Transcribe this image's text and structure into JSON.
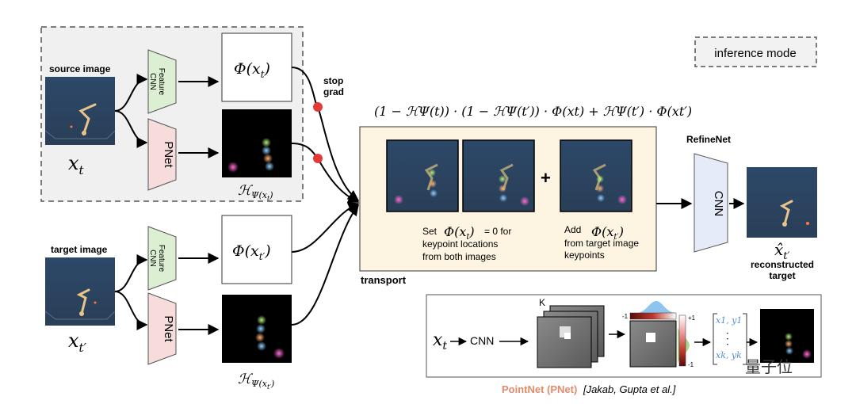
{
  "labels": {
    "inference_mode": "inference mode",
    "source_image": "source image",
    "target_image": "target image",
    "stop_grad_line1": "stop",
    "stop_grad_line2": "grad",
    "feature_cnn_line1": "Feature",
    "feature_cnn_line2": "CNN",
    "pnet": "PNet",
    "refinenet": "RefineNet",
    "cnn": "CNN",
    "transport": "transport",
    "reconstructed_line1": "reconstructed",
    "reconstructed_line2": "target",
    "plus": "+"
  },
  "math": {
    "x_t": "x",
    "x_t_sub": "t",
    "x_tprime": "x",
    "x_tprime_sub": "t′",
    "phi_xt": "Φ(x",
    "phi_xt_sub": "t",
    "phi_xtprime_sub": "t′",
    "close_paren": ")",
    "h_psi_xt": "ℋ",
    "h_psi_sub_t": "Ψ(x",
    "h_psi_sub_t_tail": "t",
    "h_psi_sub_tprime_tail": "t′",
    "xhat_tprime": "x̂",
    "formula": "(1 − ℋΨ(t)) · (1 − ℋΨ(t′)) · Φ(xt) + ℋΨ(t′) · Φ(xt′)"
  },
  "transport": {
    "set_line1_pre": "Set",
    "set_line1_post": "= 0 for",
    "set_line2": "keypoint locations",
    "set_line3": "from both images",
    "add_line1": "Add",
    "add_line2": "from target image",
    "add_line3": "keypoints"
  },
  "pointnet": {
    "input": "x",
    "input_sub": "t",
    "cnn": "CNN",
    "k": "K",
    "colorbar_pos": "+1",
    "colorbar_neg": "-1",
    "colorbar_top_left": "-1",
    "coord_top": "x1, y1",
    "coord_bottom": "xk, yk",
    "caption_name": "PointNet (PNet)",
    "caption_ref": "[Jakab, Gupta et al.]"
  },
  "watermark": "量子位",
  "colors": {
    "feature_cnn_fill": "#dcefd3",
    "pnet_fill": "#f7dcdc",
    "transport_fill": "#fdf5e2",
    "refinenet_fill": "#e6ebfa",
    "stop_grad_dot": "#e53935",
    "caption_accent": "#e48a6a",
    "image_bg": "#2f4a6a"
  }
}
